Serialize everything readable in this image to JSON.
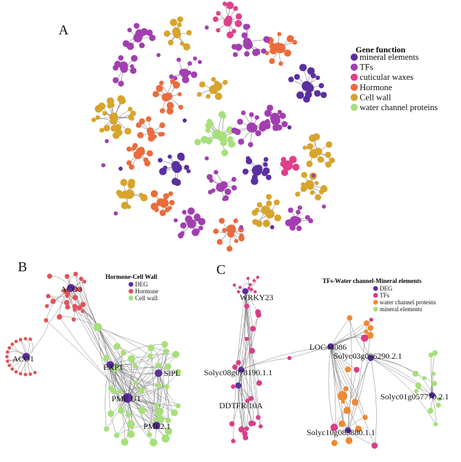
{
  "colors": {
    "mineral": "#5b2fa0",
    "tf": "#a23fb0",
    "wax": "#e0408a",
    "hormone": "#ea6c3c",
    "wall": "#d7a42c",
    "water": "#a6e07a",
    "edge": "#7a7a7a",
    "deg": "#5b2fa0",
    "b_hormone": "#e0545a",
    "b_wall": "#a6e07a",
    "c_tf": "#d93f86",
    "c_water": "#ee8a35",
    "c_mineral": "#a6e07a"
  },
  "panelA": {
    "letter": "A",
    "legend_title": "Gene function",
    "legend": [
      {
        "label": "mineral elements",
        "color": "#5b2fa0"
      },
      {
        "label": "TFs",
        "color": "#a23fb0"
      },
      {
        "label": "cuticular waxes",
        "color": "#e0408a"
      },
      {
        "label": "Hormone",
        "color": "#ea6c3c"
      },
      {
        "label": "Cell wall",
        "color": "#d7a42c"
      },
      {
        "label": "water channel proteins",
        "color": "#a6e07a"
      }
    ]
  },
  "panelB": {
    "letter": "B",
    "legend_title": "Hormone-Cell Wall",
    "legend": [
      {
        "label": "DEG",
        "color": "#5b2fa0"
      },
      {
        "label": "Hormone",
        "color": "#e0545a"
      },
      {
        "label": "Cell wall",
        "color": "#a6e07a"
      }
    ],
    "labels": [
      "ACO3",
      "ACO1",
      "EXP1",
      "SlPL",
      "PME U1",
      "PME2.1"
    ]
  },
  "panelC": {
    "letter": "C",
    "legend_title": "TFs-Water channel-Mineral elements",
    "legend": [
      {
        "label": "DEG",
        "color": "#5b2fa0"
      },
      {
        "label": "TFs",
        "color": "#d93f86"
      },
      {
        "label": "water channel proteins",
        "color": "#ee8a35"
      },
      {
        "label": "mineral elements",
        "color": "#a6e07a"
      }
    ],
    "labels": [
      "WRKY23",
      "LOC44086",
      "Solyc03g096290.2.1",
      "Solyc08g078190.1.1",
      "Solyc01g057770.2.1",
      "DDTFR/10A",
      "Solyc10g083880.1.1"
    ]
  }
}
